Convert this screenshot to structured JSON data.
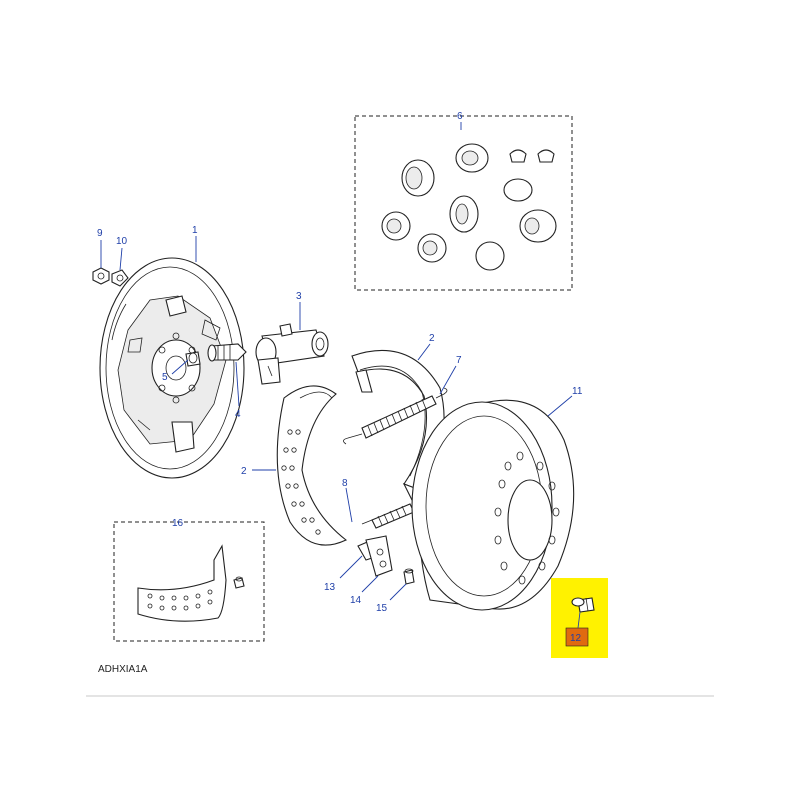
{
  "diagram_code": "ADHXIA1A",
  "highlight_color": "#fff200",
  "callout_color": "#1f3fa8",
  "callouts": {
    "c1": "1",
    "c2a": "2",
    "c2b": "2",
    "c3": "3",
    "c4": "4",
    "c5": "5",
    "c6": "6",
    "c7": "7",
    "c8": "8",
    "c9": "9",
    "c10": "10",
    "c11": "11",
    "c12": "12",
    "c13": "13",
    "c14": "14",
    "c15": "15",
    "c16": "16"
  }
}
